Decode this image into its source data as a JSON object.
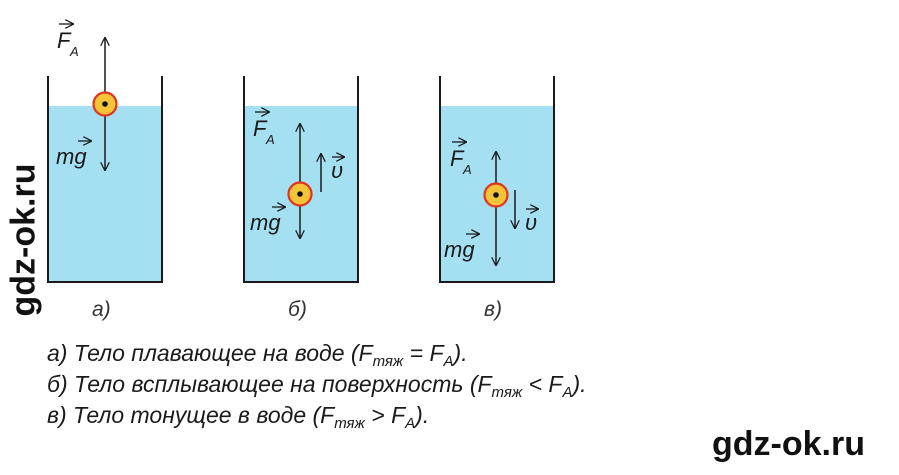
{
  "diagram": {
    "water_color": "#a5e0f2",
    "wall_color": "#1a1a1a",
    "ball_fill": "#f3c33a",
    "ball_stroke": "#e0351f",
    "labels": {
      "buoyant": "F",
      "buoyant_sub": "A",
      "gravity": "mg",
      "velocity": "υ"
    },
    "panels": [
      {
        "letter": "а)"
      },
      {
        "letter": "б)"
      },
      {
        "letter": "в)"
      }
    ]
  },
  "captions": [
    {
      "prefix": "а) Тело плавающее на воде (F",
      "sub1": "тяж",
      "mid": " = F",
      "sub2": "A",
      "suffix": ")."
    },
    {
      "prefix": "б) Тело всплывающее на поверхность (F",
      "sub1": "тяж",
      "mid": " < F",
      "sub2": "A",
      "suffix": ")."
    },
    {
      "prefix": "в) Тело тонущее в воде (F",
      "sub1": "тяж",
      "mid": " > F",
      "sub2": "A",
      "suffix": ")."
    }
  ],
  "watermarks": {
    "side": "gdz-ok.ru",
    "bottom": "gdz-ok.ru"
  }
}
